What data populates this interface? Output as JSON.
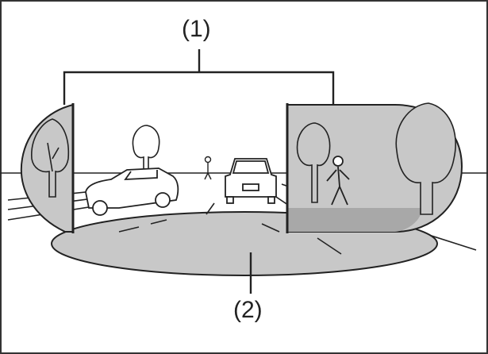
{
  "diagram": {
    "callouts": [
      {
        "id": "1",
        "label": "(1)"
      },
      {
        "id": "2",
        "label": "(2)"
      }
    ]
  },
  "colors": {
    "shade": "#c8c8c8",
    "shade_dark": "#a8a8a8",
    "line": "#222222",
    "border": "#333333"
  }
}
